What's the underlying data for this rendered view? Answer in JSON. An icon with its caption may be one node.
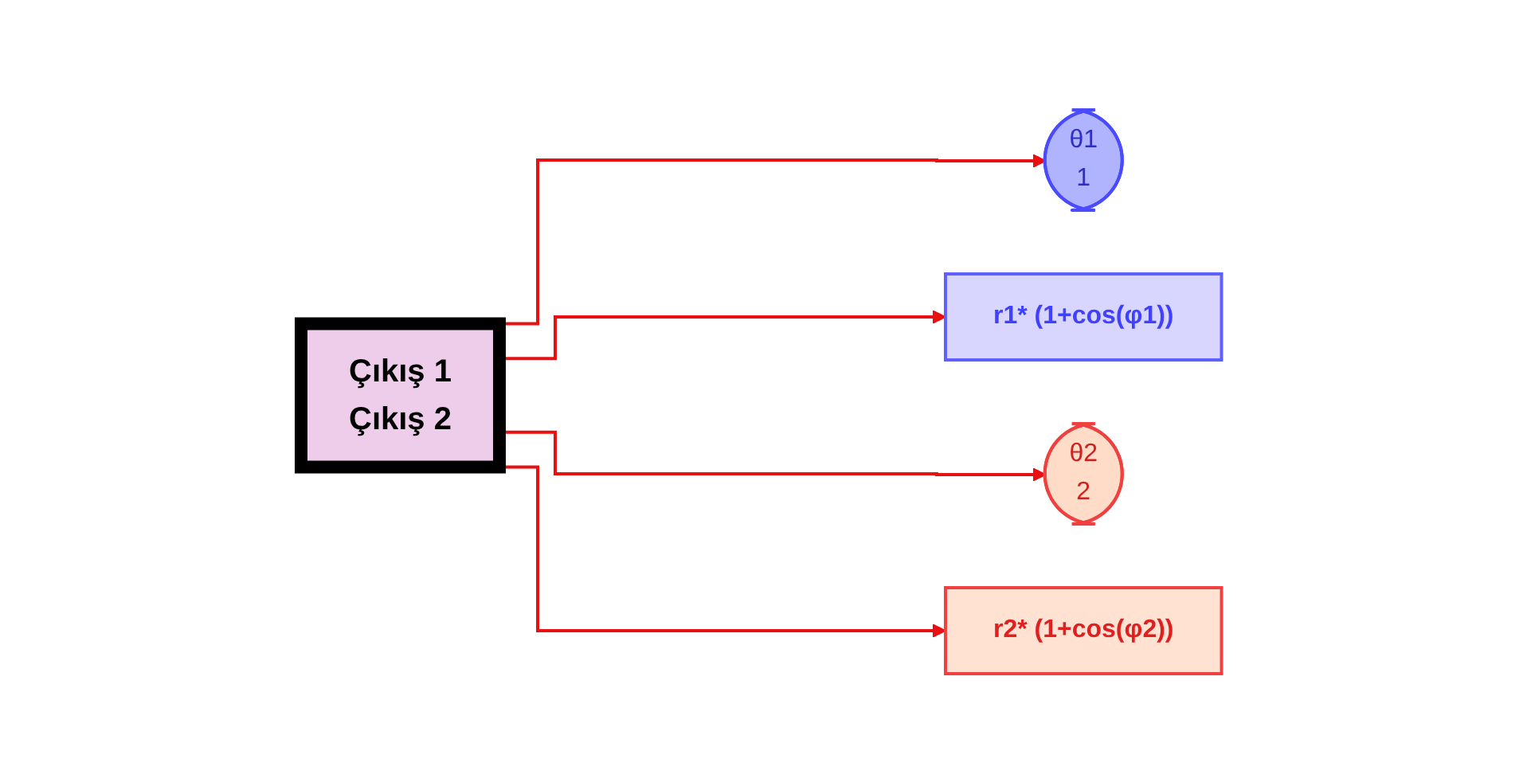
{
  "diagram": {
    "nodes": [
      {
        "text": [
          "Çıkış 1",
          "Çıkış 2"
        ]
      },
      {
        "text": [
          "θ1",
          "1"
        ]
      },
      {
        "text": [
          "r1* (1+cos(φ1))"
        ]
      },
      {
        "text": [
          "θ2",
          "2"
        ]
      },
      {
        "text": [
          "r2* (1+cos(φ2))"
        ]
      }
    ],
    "edges": [
      {
        "from": 0,
        "to": 1,
        "arrow": "to"
      },
      {
        "from": 0,
        "to": 2,
        "arrow": "to"
      },
      {
        "from": 0,
        "to": 3,
        "arrow": "to"
      },
      {
        "from": 0,
        "to": 4,
        "arrow": "to"
      }
    ]
  }
}
